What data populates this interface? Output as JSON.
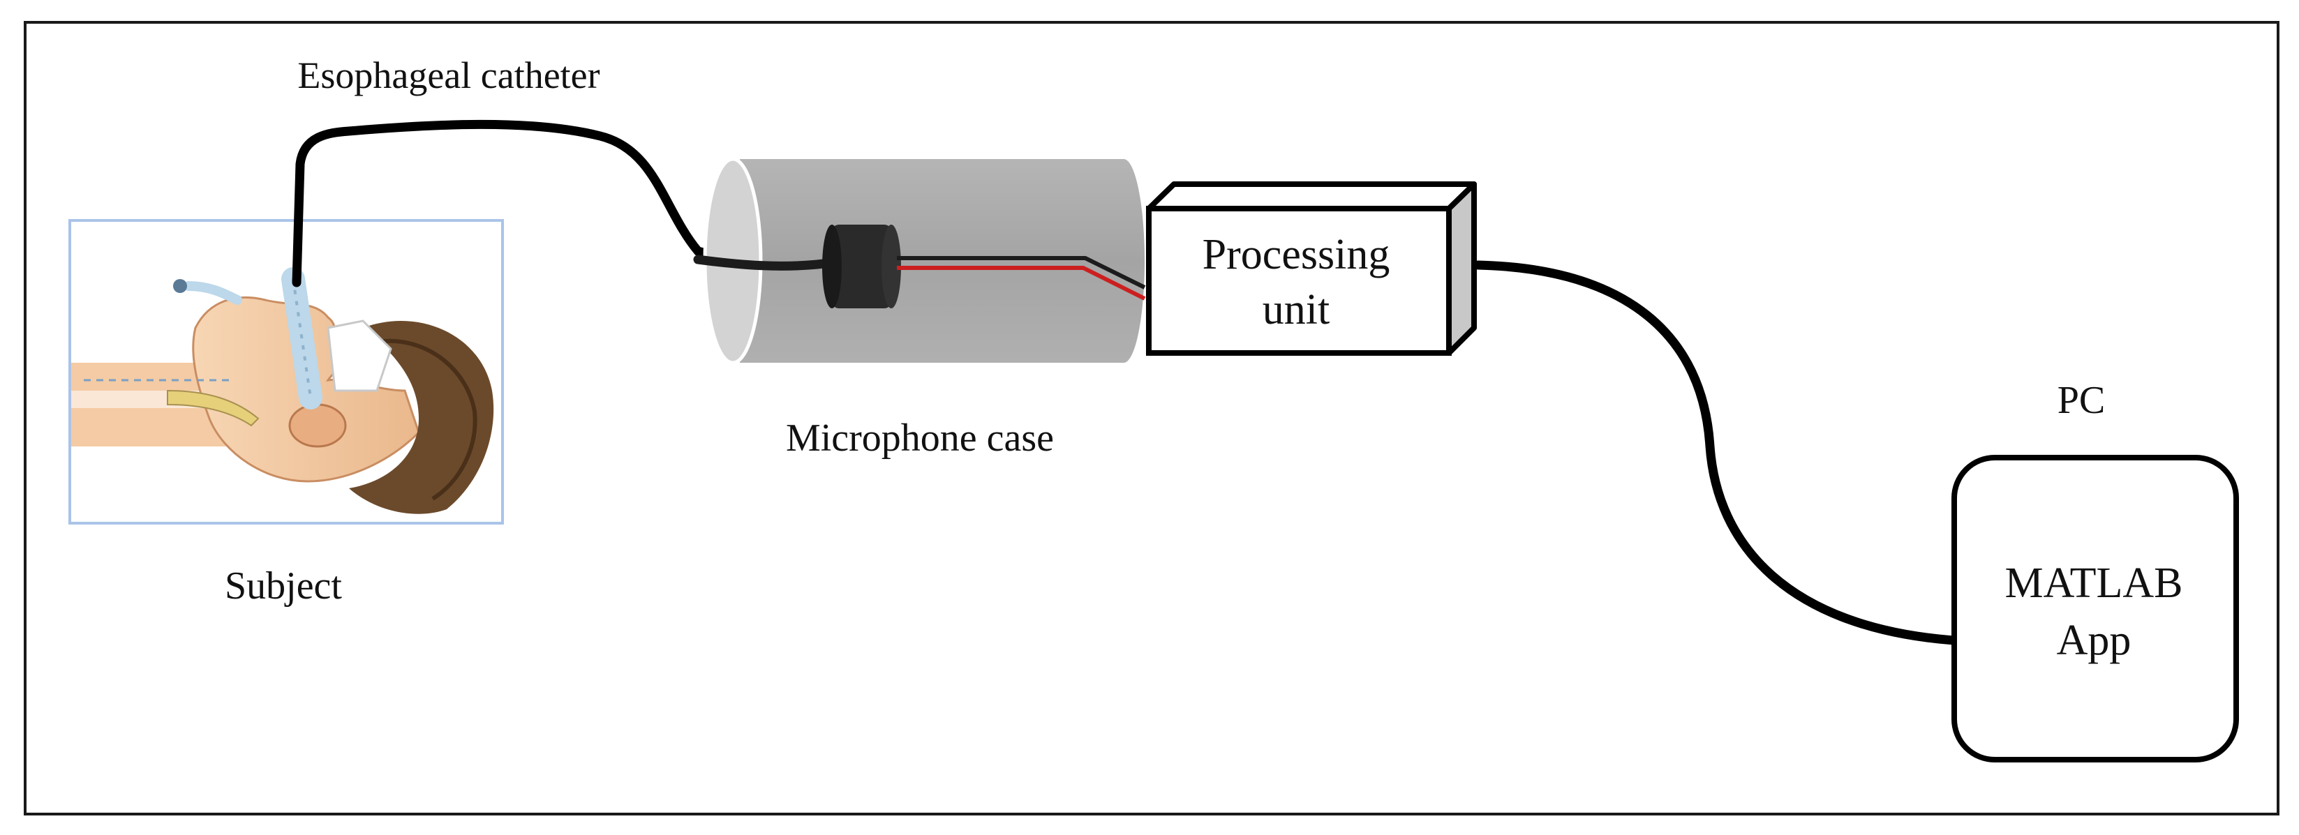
{
  "labels": {
    "catheter": "Esophageal catheter",
    "subject": "Subject",
    "microphone_case": "Microphone case",
    "processing_line1": "Processing",
    "processing_line2": "unit",
    "pc": "PC",
    "app_line1": "MATLAB",
    "app_line2": "App"
  },
  "colors": {
    "line": "#000000",
    "frame": "#1a1a1a",
    "cylinder": "#a9a9a9",
    "cylinder_cap": "#d3d3d3",
    "wire_red": "#cc1f1f",
    "skin": "#f2c49b",
    "hair": "#6b4a2b",
    "tube": "#bcd8ea",
    "panel_border": "#aac4e8"
  },
  "icons": {
    "subject": "patient-head-icon",
    "microphone": "microphone-icon"
  }
}
